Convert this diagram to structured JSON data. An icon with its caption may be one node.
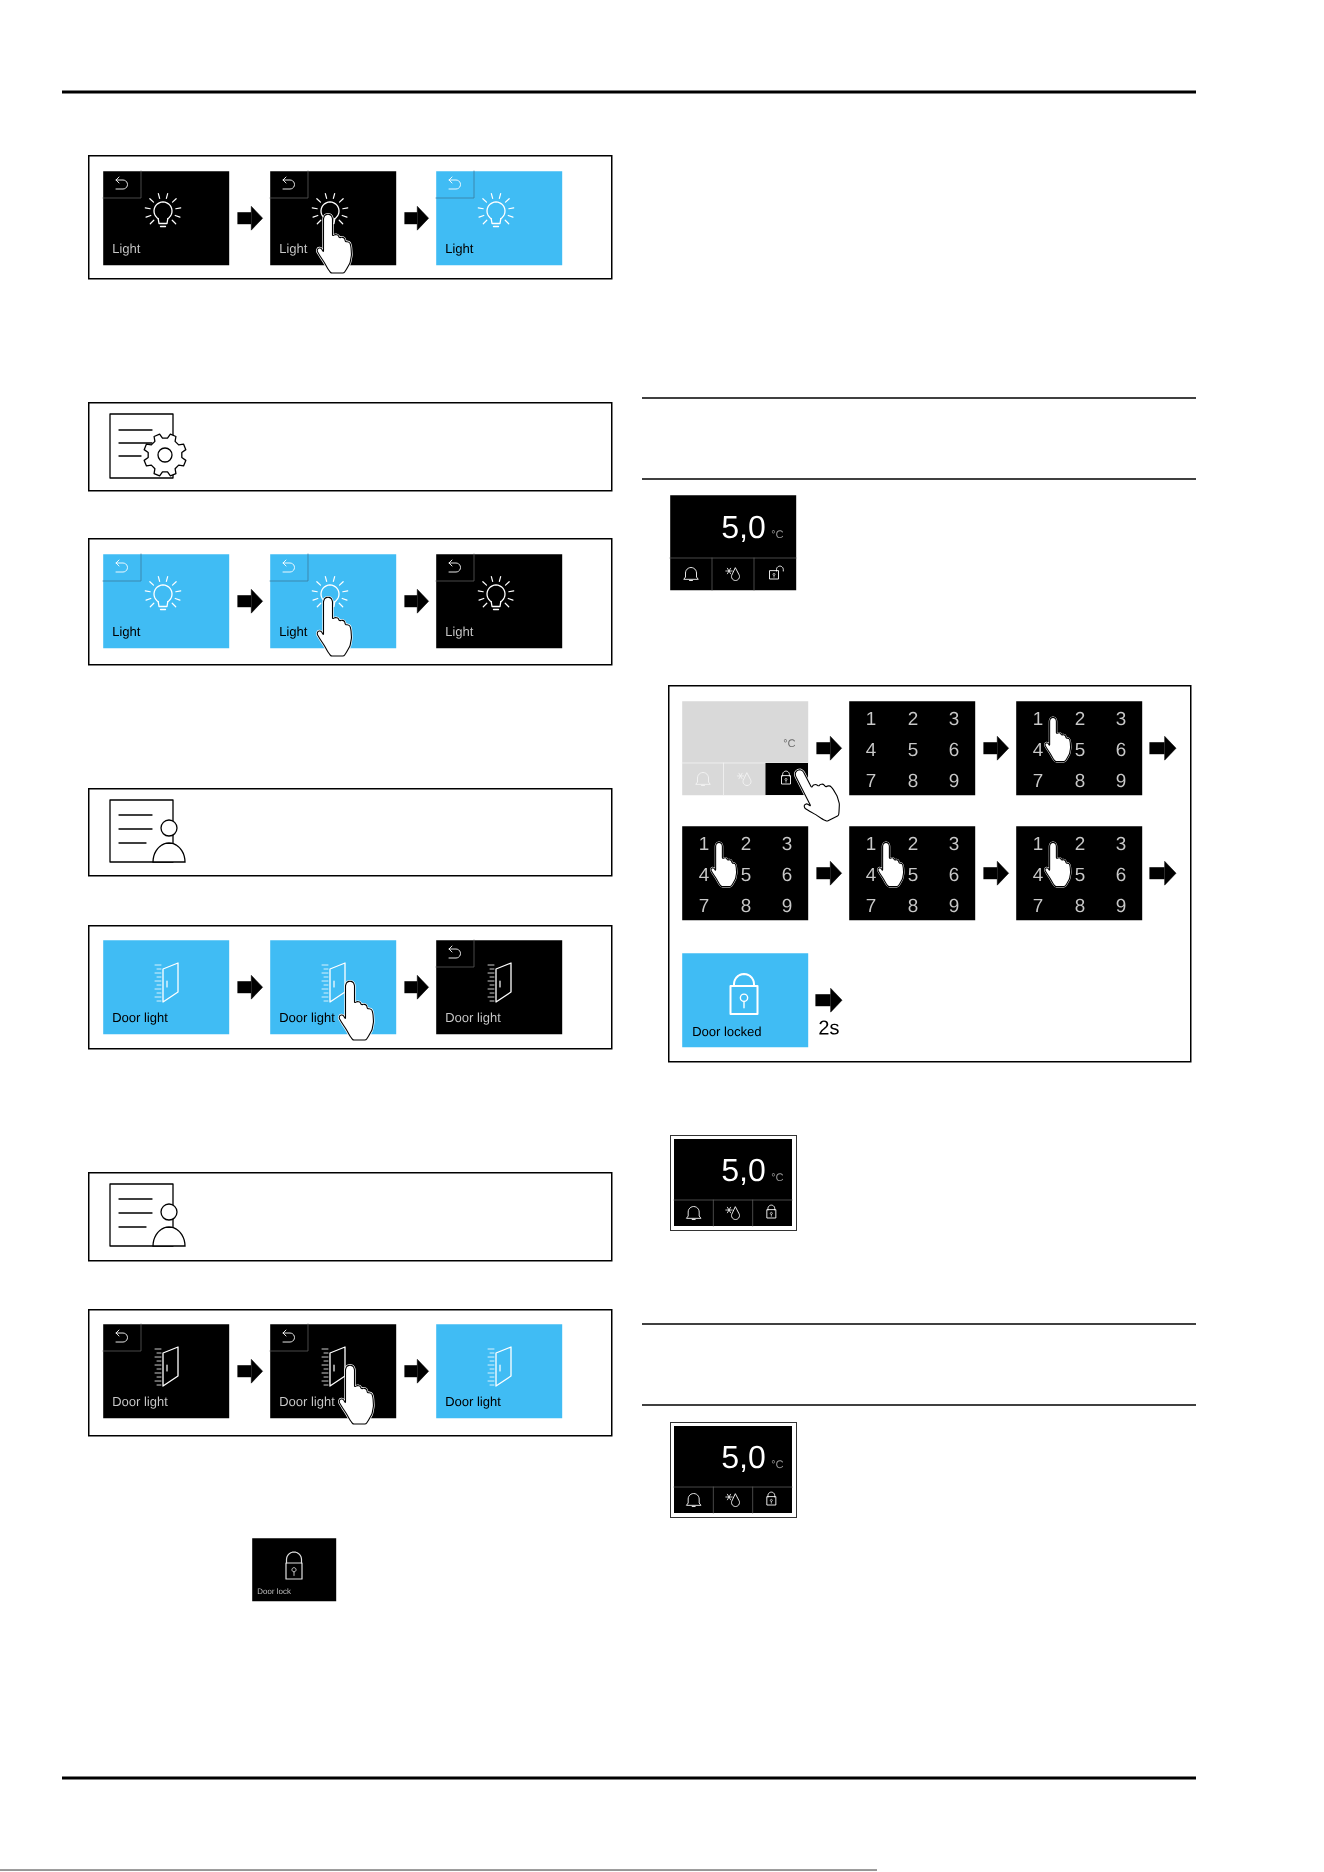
{
  "diagram": {
    "nodes": [
      {
        "text": [],
        "shape": "box"
      },
      {
        "text": [
          "Light"
        ],
        "in": 0
      },
      {
        "text": [
          "Light"
        ],
        "in": 0
      },
      {
        "text": [
          "Light"
        ],
        "in": 0
      },
      {
        "text": [],
        "shape": "box"
      },
      {
        "text": [],
        "shape": "box"
      },
      {
        "text": [
          "Light"
        ],
        "in": 5
      },
      {
        "text": [
          "Light"
        ],
        "in": 5
      },
      {
        "text": [
          "Light"
        ],
        "in": 5
      },
      {
        "text": [],
        "shape": "box"
      },
      {
        "text": [],
        "shape": "box"
      },
      {
        "text": [
          "Door light"
        ],
        "in": 10
      },
      {
        "text": [
          "Door light"
        ],
        "in": 10
      },
      {
        "text": [
          "Door light"
        ],
        "in": 10
      },
      {
        "text": [],
        "shape": "box"
      },
      {
        "text": [],
        "shape": "box"
      },
      {
        "text": [
          "Door light"
        ],
        "in": 15
      },
      {
        "text": [
          "Door light"
        ],
        "in": 15
      },
      {
        "text": [
          "Door light"
        ],
        "in": 15
      },
      {
        "text": [
          "Door lock"
        ]
      },
      {
        "text": [
          "5,0",
          "°C"
        ]
      },
      {
        "text": [],
        "shape": "box"
      },
      {
        "text": [
          "°C"
        ],
        "in": 21
      },
      {
        "text": [
          "1",
          "2",
          "3",
          "4",
          "5",
          "6",
          "7",
          "8",
          "9"
        ],
        "in": 21
      },
      {
        "text": [
          "1",
          "2",
          "3",
          "4",
          "5",
          "6",
          "7",
          "8",
          "9"
        ],
        "in": 21
      },
      {
        "text": [
          "1",
          "2",
          "3",
          "4",
          "5",
          "6",
          "7",
          "8",
          "9"
        ],
        "in": 21
      },
      {
        "text": [
          "1",
          "2",
          "3",
          "4",
          "5",
          "6",
          "7",
          "8",
          "9"
        ],
        "in": 21
      },
      {
        "text": [
          "1",
          "2",
          "3",
          "4",
          "5",
          "6",
          "7",
          "8",
          "9"
        ],
        "in": 21
      },
      {
        "text": [
          "Door locked"
        ],
        "in": 21
      },
      {
        "text": [
          "5,0",
          "°C"
        ]
      },
      {
        "text": [
          "5,0",
          "°C"
        ]
      }
    ],
    "edges": [
      {
        "from": 1,
        "to": 2,
        "arrow": "to"
      },
      {
        "from": 2,
        "to": 3,
        "arrow": "to"
      },
      {
        "from": 6,
        "to": 7,
        "arrow": "to"
      },
      {
        "from": 7,
        "to": 8,
        "arrow": "to"
      },
      {
        "from": 11,
        "to": 12,
        "arrow": "to"
      },
      {
        "from": 12,
        "to": 13,
        "arrow": "to"
      },
      {
        "from": 16,
        "to": 17,
        "arrow": "to"
      },
      {
        "from": 17,
        "to": 18,
        "arrow": "to"
      },
      {
        "from": 22,
        "to": 23,
        "arrow": "to"
      },
      {
        "from": 23,
        "to": 24,
        "arrow": "to"
      },
      {
        "from": 24,
        "to": null,
        "arrow": "to"
      },
      {
        "from": 25,
        "to": 26,
        "arrow": "to"
      },
      {
        "from": 26,
        "to": 27,
        "arrow": "to"
      },
      {
        "from": 27,
        "to": null,
        "arrow": "to"
      },
      {
        "from": 28,
        "to": null,
        "arrow": "to",
        "label": "2s"
      }
    ]
  }
}
